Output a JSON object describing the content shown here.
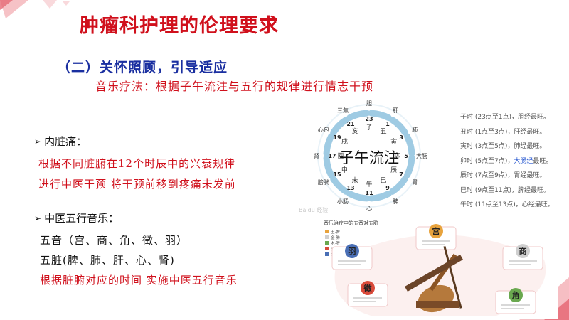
{
  "title": "肿瘤科护理的伦理要求",
  "subtitle": "（二）关怀照顾，引导适应",
  "subline": "音乐疗法：根据子午流注与五行的规律进行情志干预",
  "pain": {
    "heading": "内脏痛：",
    "lines": [
      "根据不同脏腑在12个时辰中的兴衰规律",
      "进行中医干预 将干预前移到疼痛未发前"
    ]
  },
  "wuyin": {
    "heading": "中医五行音乐：",
    "line1": "五音（宫、商、角、徵、羽）",
    "line2": "五脏(脾、肺、肝、心、肾)",
    "line3": "根据脏腑对应的时间 实施中医五行音乐"
  },
  "clock": {
    "center": "子午流注",
    "hours": [
      "23",
      "1",
      "3",
      "5",
      "7",
      "9",
      "11",
      "13",
      "15",
      "17",
      "19",
      "21"
    ],
    "branches": [
      "子",
      "丑",
      "寅",
      "卯",
      "辰",
      "巳",
      "午",
      "未",
      "申",
      "酉",
      "戌",
      "亥"
    ],
    "organs": [
      "胆",
      "肝",
      "肺",
      "大肠",
      "胃",
      "脾",
      "心",
      "小肠",
      "膀胱",
      "肾",
      "心包",
      "三焦"
    ],
    "watermark": "Baidu 经验"
  },
  "times": [
    {
      "text": "子时 (23点至1点)，胆经最旺。"
    },
    {
      "text": "丑时 (1点至3点)，肝经最旺。"
    },
    {
      "text": "寅时 (3点至5点)，肺经最旺。"
    },
    {
      "pre": "卯时 (5点至7点)，",
      "hl": "大肠经",
      "post": "最旺。"
    },
    {
      "text": "辰时 (7点至9点)，胃经最旺。"
    },
    {
      "text": "巳时 (9点至11点)，脾经最旺。"
    },
    {
      "text": "午时 (11点至13点)，心经最旺。"
    }
  ],
  "music": {
    "caption": "音乐治疗中的五音对五脏",
    "legend": [
      "土·脾",
      "金·肺",
      "木·肝",
      "火·心",
      "水·肾"
    ],
    "notes": [
      "宫",
      "商",
      "角",
      "徵",
      "羽"
    ],
    "colors": [
      "#e8a33d",
      "#cfcfcf",
      "#6aa84f",
      "#d94a3a",
      "#4a6fb5"
    ]
  },
  "colors": {
    "title": "#d0101c",
    "subtitle": "#1a2fa0",
    "ring": "#9fcbe3"
  }
}
